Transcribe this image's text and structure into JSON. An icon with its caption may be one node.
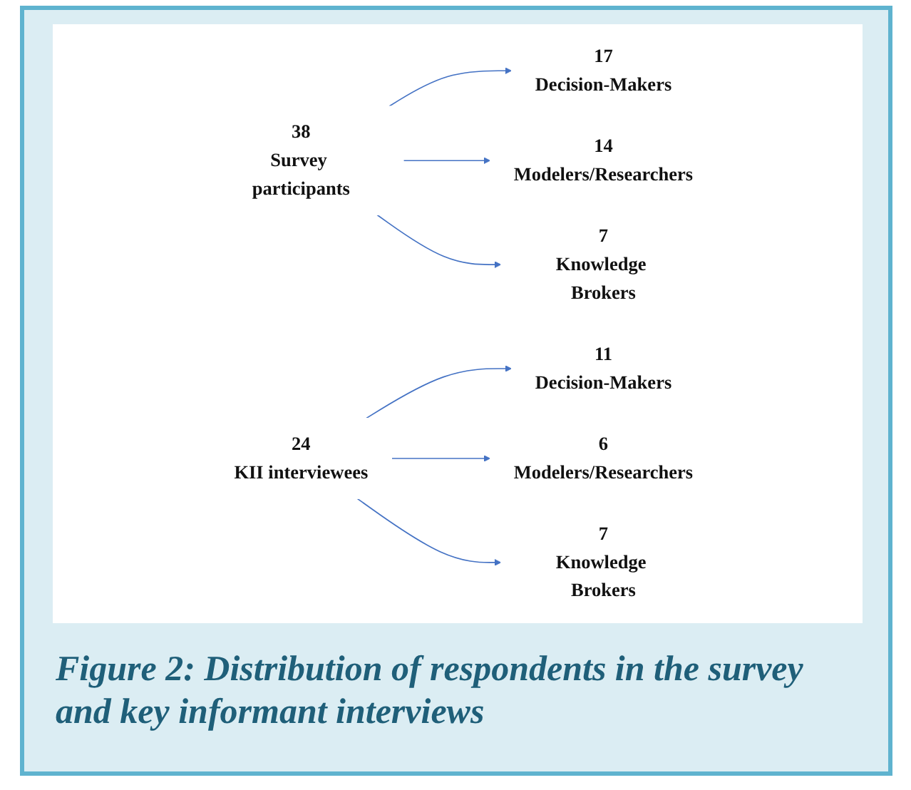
{
  "diagram": {
    "caption": "Figure 2: Distribution of respondents in the survey and key informant interviews",
    "nodes": [
      {
        "text": [
          "38",
          "Survey participants"
        ]
      },
      {
        "text": [
          "17",
          "Decision-Makers"
        ]
      },
      {
        "text": [
          "14",
          "Modelers/Researchers"
        ]
      },
      {
        "text": [
          "7",
          "Knowledge Brokers"
        ]
      },
      {
        "text": [
          "24",
          "KII interviewees"
        ]
      },
      {
        "text": [
          "11",
          "Decision-Makers"
        ]
      },
      {
        "text": [
          "6",
          "Modelers/Researchers"
        ]
      },
      {
        "text": [
          "7",
          "Knowledge Brokers"
        ]
      }
    ],
    "edges": [
      {
        "from": 0,
        "to": 1,
        "arrow": "to"
      },
      {
        "from": 0,
        "to": 2,
        "arrow": "to"
      },
      {
        "from": 0,
        "to": 3,
        "arrow": "to"
      },
      {
        "from": 4,
        "to": 5,
        "arrow": "to"
      },
      {
        "from": 4,
        "to": 6,
        "arrow": "to"
      },
      {
        "from": 4,
        "to": 7,
        "arrow": "to"
      }
    ]
  }
}
